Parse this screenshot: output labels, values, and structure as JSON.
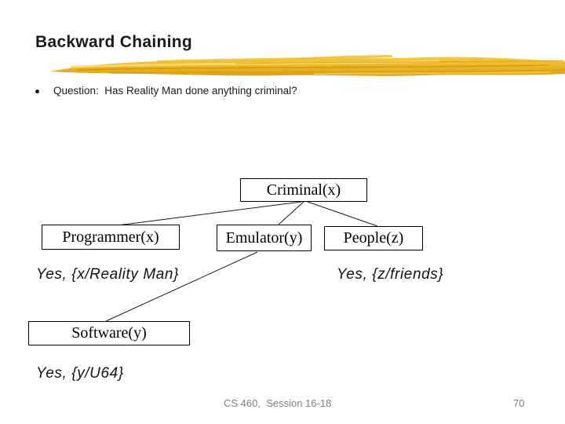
{
  "slide": {
    "title": "Backward Chaining",
    "bullet": "Question:  Has Reality Man done anything criminal?",
    "accent_color": "#EDB826",
    "footer": {
      "course": "CS 460,  Session 16-18",
      "page": "70"
    }
  },
  "diagram": {
    "type": "tree",
    "nodes": [
      {
        "id": "criminal",
        "label": "Criminal(x)"
      },
      {
        "id": "programmer",
        "label": "Programmer(x)"
      },
      {
        "id": "emulator",
        "label": "Emulator(y)"
      },
      {
        "id": "people",
        "label": "People(z)"
      },
      {
        "id": "software",
        "label": "Software(y)"
      }
    ],
    "edges": [
      {
        "from": "criminal",
        "to": "programmer"
      },
      {
        "from": "criminal",
        "to": "emulator"
      },
      {
        "from": "criminal",
        "to": "people"
      },
      {
        "from": "emulator",
        "to": "software"
      }
    ],
    "answers": [
      {
        "id": "answer-x",
        "label": "Yes, {x/Reality Man}",
        "for": "programmer"
      },
      {
        "id": "answer-z",
        "label": "Yes, {z/friends}",
        "for": "people"
      },
      {
        "id": "answer-y",
        "label": "Yes, {y/U64}",
        "for": "software"
      }
    ]
  }
}
